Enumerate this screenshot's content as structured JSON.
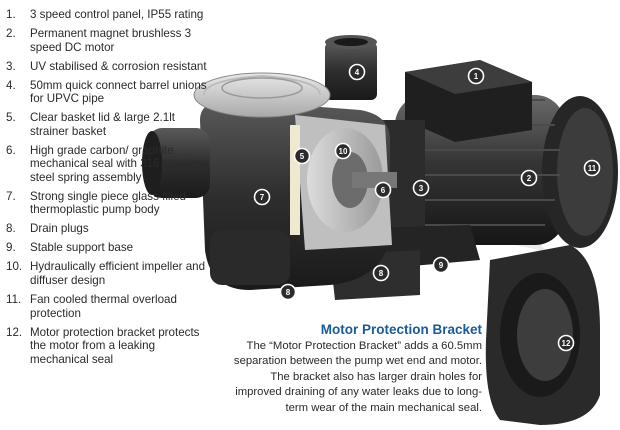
{
  "features": [
    {
      "num": "1.",
      "text": "3 speed control panel, IP55 rating"
    },
    {
      "num": "2.",
      "text": "Permanent magnet brushless 3 speed DC motor"
    },
    {
      "num": "3.",
      "text": "UV stabilised & corrosion resistant"
    },
    {
      "num": "4.",
      "text": "50mm quick connect barrel unions for UPVC pipe"
    },
    {
      "num": "5.",
      "text": "Clear basket lid & large 2.1lt strainer basket"
    },
    {
      "num": "6.",
      "text": "High grade carbon/ graphite mechanical seal with 316 stainless steel spring assembly"
    },
    {
      "num": "7.",
      "text": "Strong single piece glass filled thermoplastic pump body"
    },
    {
      "num": "8.",
      "text": "Drain plugs"
    },
    {
      "num": "9.",
      "text": "Stable support base"
    },
    {
      "num": "10.",
      "text": "Hydraulically efficient impeller and diffuser design"
    },
    {
      "num": "11.",
      "text": "Fan cooled thermal overload protection"
    },
    {
      "num": "12.",
      "text": "Motor protection bracket protects the motor from a leaking mechanical seal"
    }
  ],
  "markers": [
    "1",
    "2",
    "3",
    "4",
    "5",
    "6",
    "7",
    "8",
    "8",
    "9",
    "10",
    "11",
    "12"
  ],
  "callout": {
    "title": "Motor Protection Bracket",
    "body": "The “Motor Protection Bracket” adds a 60.5mm separation between the pump wet end and motor. The bracket also has larger drain holes for improved draining of any water leaks due to long-term wear of the main mechanical seal."
  },
  "colors": {
    "marker": "#2b2b2b",
    "callout_title": "#1a5a96",
    "pump_body": "#3a3a3a"
  }
}
